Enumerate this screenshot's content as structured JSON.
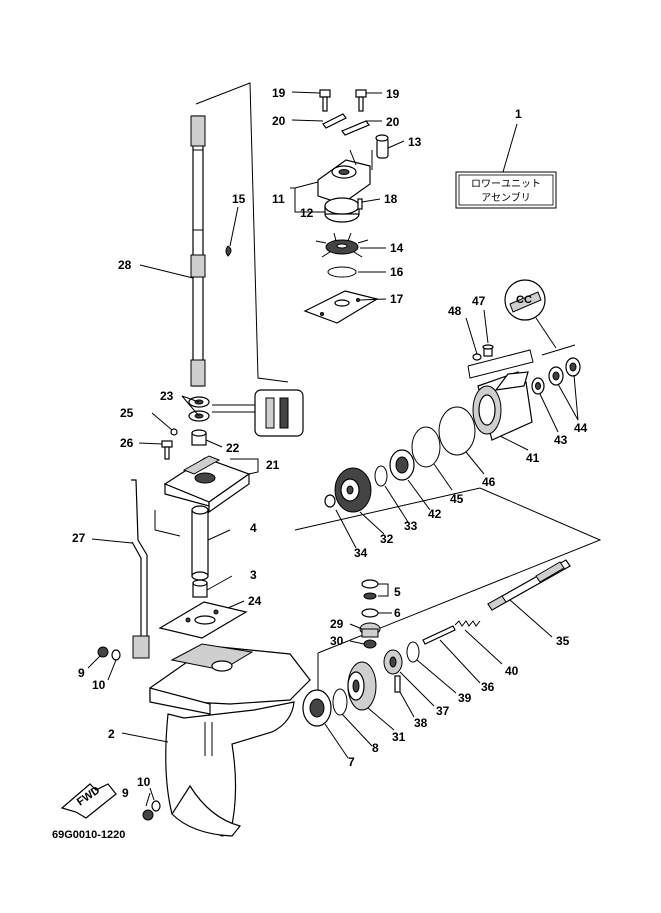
{
  "diagram_code": "69G0010-1220",
  "fwd_label": "FWD",
  "assembly_box": {
    "line1": "ロワーユニット",
    "line2": "アセンブリ"
  },
  "part_numbers": {
    "p1": "1",
    "p2": "2",
    "p3": "3",
    "p4": "4",
    "p5": "5",
    "p6": "6",
    "p7": "7",
    "p8": "8",
    "p9a": "9",
    "p9b": "9",
    "p10a": "10",
    "p10b": "10",
    "p11": "11",
    "p12": "12",
    "p13": "13",
    "p14": "14",
    "p15": "15",
    "p16": "16",
    "p17": "17",
    "p18": "18",
    "p19a": "19",
    "p19b": "19",
    "p20a": "20",
    "p20b": "20",
    "p21": "21",
    "p22": "22",
    "p23": "23",
    "p24": "24",
    "p25": "25",
    "p26": "26",
    "p27": "27",
    "p28": "28",
    "p29": "29",
    "p30": "30",
    "p31": "31",
    "p32": "32",
    "p33": "33",
    "p34": "34",
    "p35": "35",
    "p36": "36",
    "p37": "37",
    "p38": "38",
    "p39": "39",
    "p40": "40",
    "p41": "41",
    "p42": "42",
    "p43": "43",
    "p44": "44",
    "p45": "45",
    "p46": "46",
    "p47": "47",
    "p48": "48"
  }
}
